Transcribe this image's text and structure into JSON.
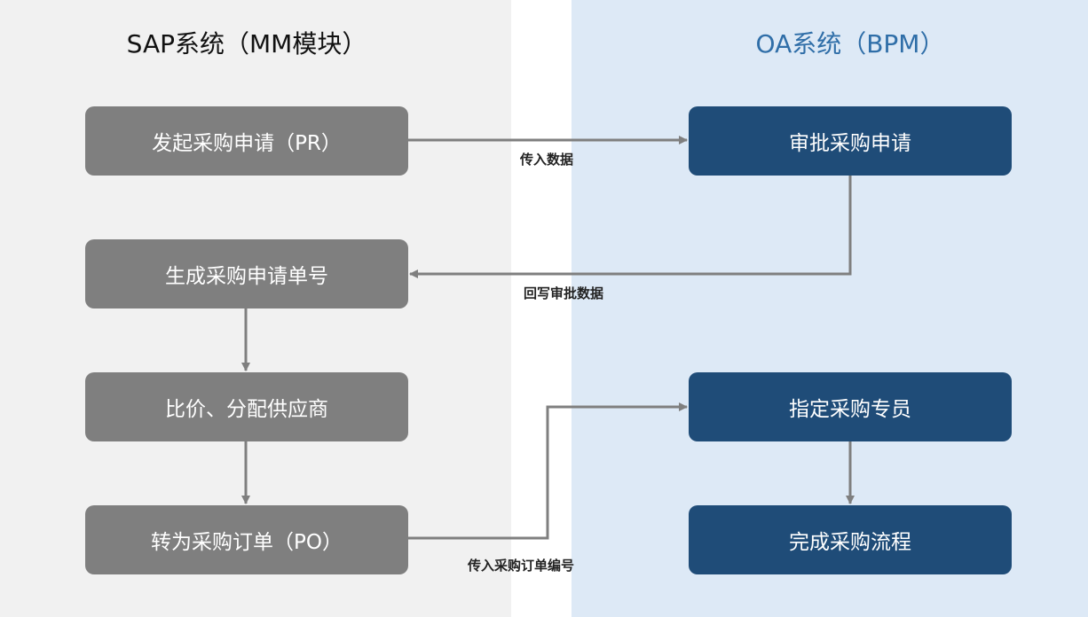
{
  "left_panel": {
    "title": "SAP系统（MM模块）"
  },
  "right_panel": {
    "title": "OA系统（BPM）"
  },
  "nodes": {
    "initiate_pr": "发起采购申请（PR）",
    "generate_pr_number": "生成采购申请单号",
    "compare_assign_supplier": "比价、分配供应商",
    "convert_to_po": "转为采购订单（PO）",
    "approve_request": "审批采购申请",
    "assign_buyer": "指定采购专员",
    "complete_process": "完成采购流程"
  },
  "edges": {
    "pass_data": "传入数据",
    "write_back_approval": "回写审批数据",
    "pass_po_number": "传入采购订单编号"
  },
  "colors": {
    "left_bg": "#f1f1f1",
    "right_bg": "#dde9f6",
    "sap_node": "#7f7f7f",
    "oa_node": "#1f4c78",
    "oa_title": "#2f6ea8",
    "arrow": "#7f7f7f"
  }
}
